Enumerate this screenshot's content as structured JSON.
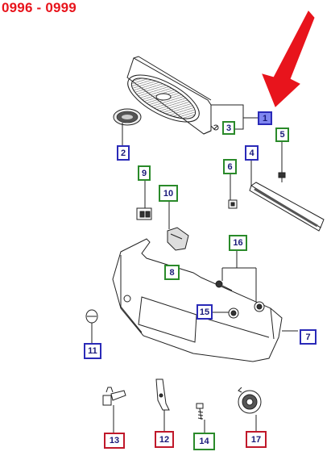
{
  "header": {
    "title": "0996 - 0999"
  },
  "colors": {
    "title": "#e8141c",
    "arrow": "#e8141c",
    "blue_frame": "#2a2ab8",
    "green_frame": "#2a8a2a",
    "red_frame": "#c0182a",
    "selected_fill": "#7f86f0"
  },
  "callouts": [
    {
      "id": "c1",
      "label": "1",
      "frame": "blue",
      "selected": true
    },
    {
      "id": "c2",
      "label": "2",
      "frame": "blue"
    },
    {
      "id": "c3",
      "label": "3",
      "frame": "green"
    },
    {
      "id": "c4",
      "label": "4",
      "frame": "blue"
    },
    {
      "id": "c5",
      "label": "5",
      "frame": "green"
    },
    {
      "id": "c6",
      "label": "6",
      "frame": "green"
    },
    {
      "id": "c7",
      "label": "7",
      "frame": "blue"
    },
    {
      "id": "c8",
      "label": "8",
      "frame": "green"
    },
    {
      "id": "c9",
      "label": "9",
      "frame": "green"
    },
    {
      "id": "c10",
      "label": "10",
      "frame": "green"
    },
    {
      "id": "c11",
      "label": "11",
      "frame": "blue"
    },
    {
      "id": "c12",
      "label": "12",
      "frame": "red"
    },
    {
      "id": "c13",
      "label": "13",
      "frame": "red"
    },
    {
      "id": "c14",
      "label": "14",
      "frame": "green"
    },
    {
      "id": "c15",
      "label": "15",
      "frame": "blue"
    },
    {
      "id": "c16",
      "label": "16",
      "frame": "green"
    },
    {
      "id": "c17",
      "label": "17",
      "frame": "red"
    }
  ]
}
